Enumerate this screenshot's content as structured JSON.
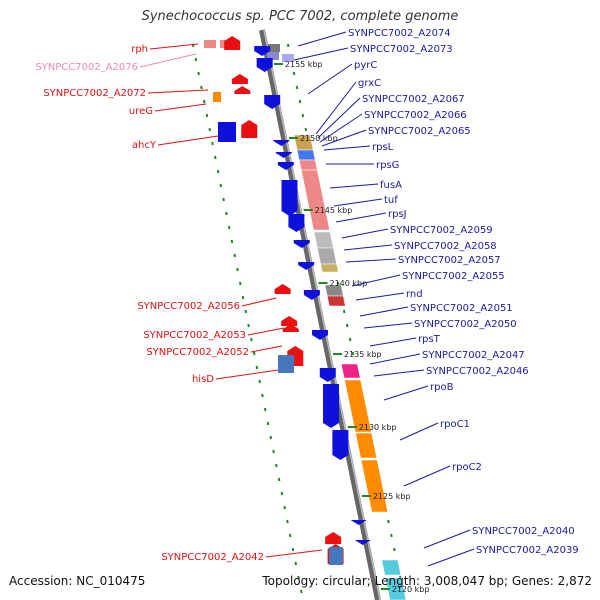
{
  "title": "Synechococcus sp. PCC 7002, complete genome",
  "footer": {
    "accession": "Accession: NC_010475",
    "summary": "Topology: circular; Length: 3,008,047 bp; Genes: 2,872"
  },
  "colors": {
    "left_label": "#dd1111",
    "left_label_pink": "#ee88bb",
    "right_label": "#1a1aa0",
    "backbone": "#888888",
    "forward_gene": "#e81010",
    "reverse_gene": "#1010dd",
    "cds_band": "#ee8888",
    "rpo_band": "#ff8c00",
    "tick": "#228822"
  },
  "kbp_ticks": [
    "2155 kbp",
    "2150 kbp",
    "2145 kbp",
    "2140 kbp",
    "2135 kbp",
    "2130 kbp",
    "2125 kbp",
    "2120 kbp"
  ],
  "left_labels": [
    {
      "text": "rph",
      "color": "red"
    },
    {
      "text": "SYNPCC7002_A2076",
      "color": "pink"
    },
    {
      "text": "SYNPCC7002_A2072",
      "color": "red"
    },
    {
      "text": "ureG",
      "color": "red"
    },
    {
      "text": "ahcY",
      "color": "red"
    },
    {
      "text": "SYNPCC7002_A2056",
      "color": "red"
    },
    {
      "text": "SYNPCC7002_A2053",
      "color": "red"
    },
    {
      "text": "SYNPCC7002_A2052",
      "color": "red"
    },
    {
      "text": "hisD",
      "color": "red"
    },
    {
      "text": "SYNPCC7002_A2042",
      "color": "red"
    }
  ],
  "right_labels": [
    "SYNPCC7002_A2074",
    "SYNPCC7002_A2073",
    "pyrC",
    "grxC",
    "SYNPCC7002_A2067",
    "SYNPCC7002_A2066",
    "SYNPCC7002_A2065",
    "rpsL",
    "rpsG",
    "fusA",
    "tuf",
    "rpsJ",
    "SYNPCC7002_A2059",
    "SYNPCC7002_A2058",
    "SYNPCC7002_A2057",
    "SYNPCC7002_A2055",
    "rnd",
    "SYNPCC7002_A2051",
    "SYNPCC7002_A2050",
    "rpsT",
    "SYNPCC7002_A2047",
    "SYNPCC7002_A2046",
    "rpoB",
    "rpoC1",
    "rpoC2",
    "SYNPCC7002_A2040",
    "SYNPCC7002_A2039"
  ]
}
